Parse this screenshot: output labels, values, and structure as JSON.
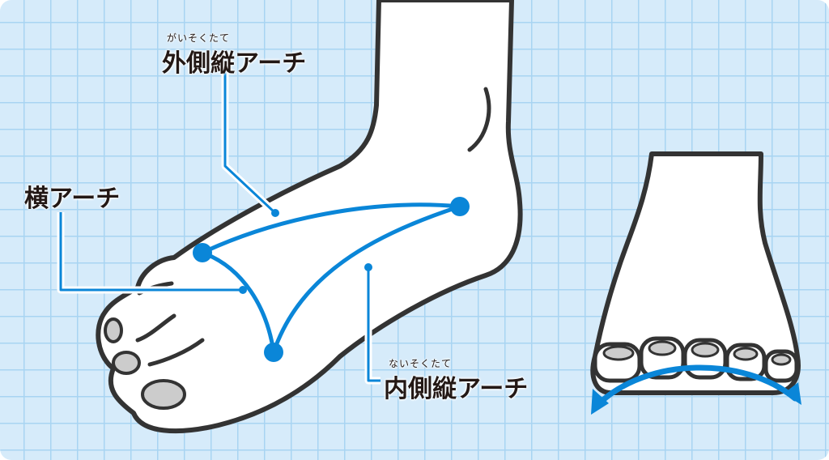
{
  "labels": {
    "lateral": {
      "ruby": "がいそくたて",
      "text": "外側縦アーチ"
    },
    "transverse": {
      "text": "横アーチ"
    },
    "medial": {
      "ruby": "ないそくたて",
      "text": "内側縦アーチ"
    }
  },
  "colors": {
    "accent": "#0a86d8",
    "outline": "#333333",
    "background": "#d6ebfa",
    "grid": "#a8d4f2"
  }
}
